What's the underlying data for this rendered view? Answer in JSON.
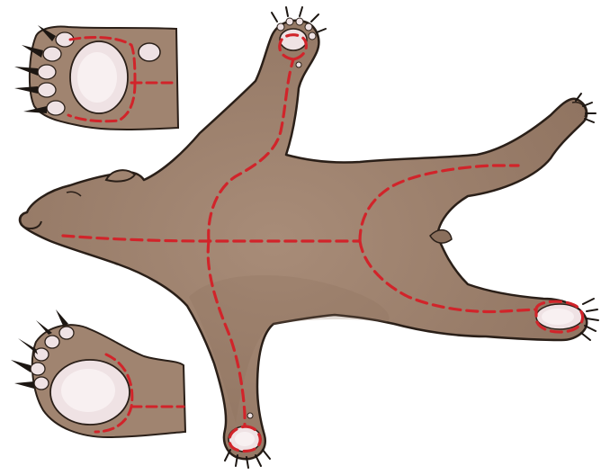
{
  "colors": {
    "background": "#ffffff",
    "fur": "#a08470",
    "fur_shadow": "#8a6f5c",
    "outline": "#2a1f18",
    "cut_line": "#d1242a",
    "pad": "#efe2e4",
    "pad_highlight": "#f8f0f1",
    "claw": "#1c1612"
  },
  "parts": {
    "hide": "bear-hide",
    "detail_front": "front-paw-detail",
    "detail_hind": "hind-paw-detail"
  }
}
